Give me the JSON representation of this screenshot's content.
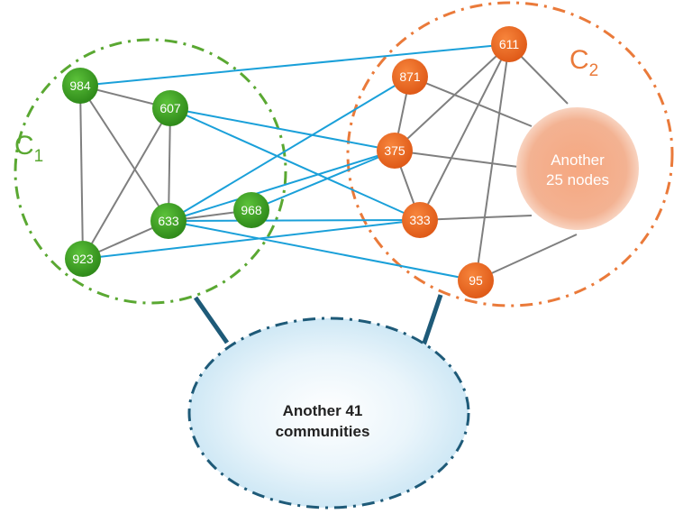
{
  "colors": {
    "green_node": "#3e9f23",
    "orange_node": "#ec6a24",
    "green_community": "#5aa832",
    "orange_community": "#ea7a3a",
    "blue_edge": "#1aa0d9",
    "gray_edge": "#7f7f7f",
    "dark_community": "#1e5a78",
    "big_node": "#f3aa87"
  },
  "communities": {
    "c1": {
      "letter": "C",
      "subscript": "1"
    },
    "c2": {
      "letter": "C",
      "subscript": "2"
    }
  },
  "nodes": {
    "n984": "984",
    "n607": "607",
    "n633": "633",
    "n968": "968",
    "n923": "923",
    "n611": "611",
    "n871": "871",
    "n375": "375",
    "n333": "333",
    "n95": "95"
  },
  "big_node": {
    "line1": "Another",
    "line2": "25 nodes"
  },
  "other_communities": {
    "line1": "Another 41",
    "line2": "communities"
  }
}
